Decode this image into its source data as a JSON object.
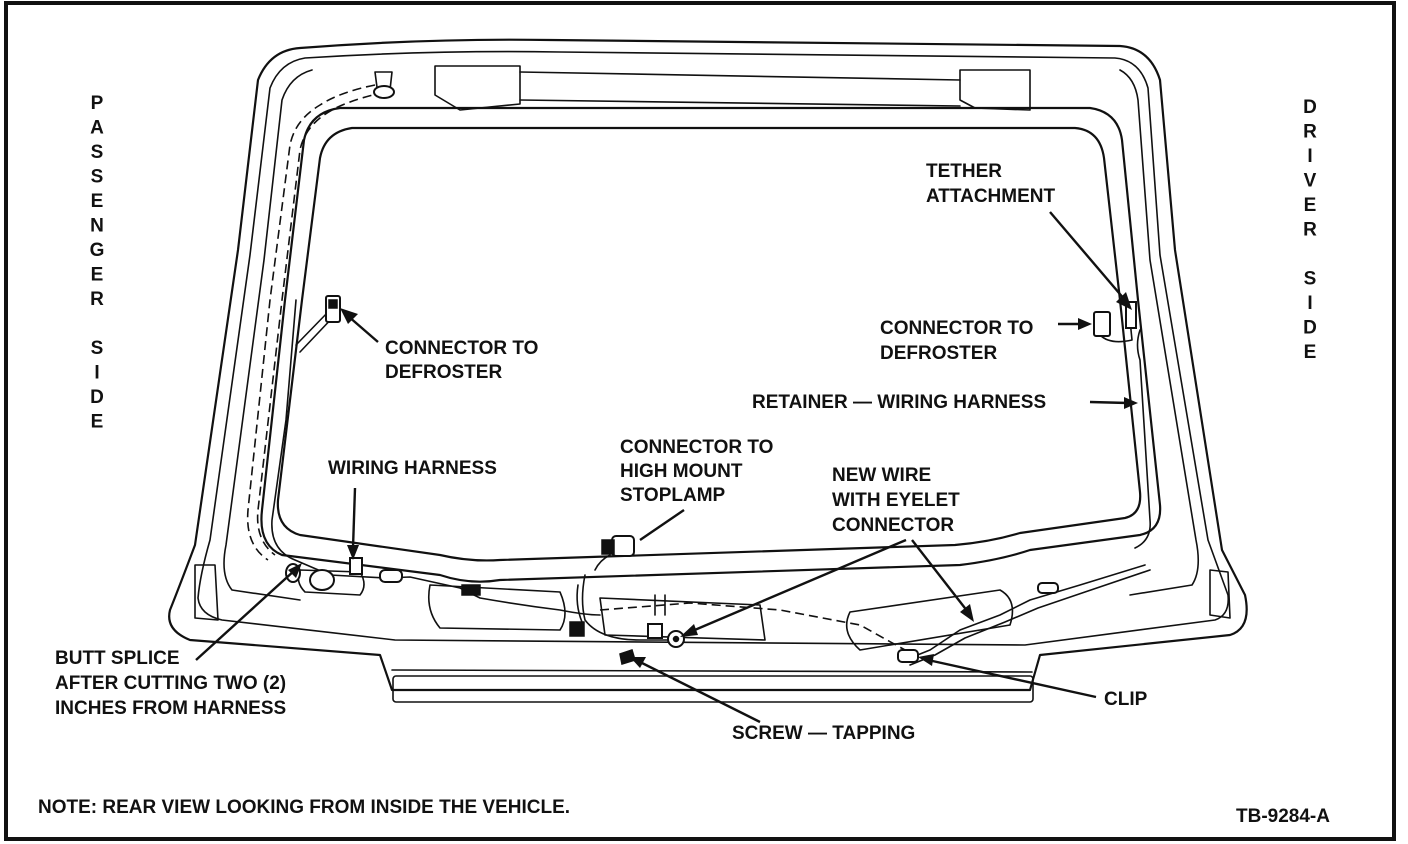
{
  "side_labels": {
    "passenger": [
      "P",
      "A",
      "S",
      "S",
      "E",
      "N",
      "G",
      "E",
      "R",
      "",
      "S",
      "I",
      "D",
      "E"
    ],
    "driver": [
      "D",
      "R",
      "I",
      "V",
      "E",
      "R",
      "",
      "S",
      "I",
      "D",
      "E"
    ]
  },
  "callouts": {
    "connector_defroster_left": [
      "CONNECTOR TO",
      "DEFROSTER"
    ],
    "connector_defroster_right": [
      "CONNECTOR TO",
      "DEFROSTER"
    ],
    "tether_attachment": [
      "TETHER",
      "ATTACHMENT"
    ],
    "retainer": "RETAINER — WIRING HARNESS",
    "wiring_harness": "WIRING HARNESS",
    "connector_stoplamp": [
      "CONNECTOR TO",
      "HIGH MOUNT",
      "STOPLAMP"
    ],
    "new_wire": [
      "NEW WIRE",
      "WITH EYELET",
      "CONNECTOR"
    ],
    "butt_splice": [
      "BUTT SPLICE",
      "AFTER CUTTING TWO (2)",
      "INCHES FROM HARNESS"
    ],
    "clip": "CLIP",
    "screw": "SCREW — TAPPING"
  },
  "note": "NOTE:  REAR VIEW LOOKING FROM INSIDE  THE VEHICLE.",
  "figure_id": "TB-9284-A"
}
